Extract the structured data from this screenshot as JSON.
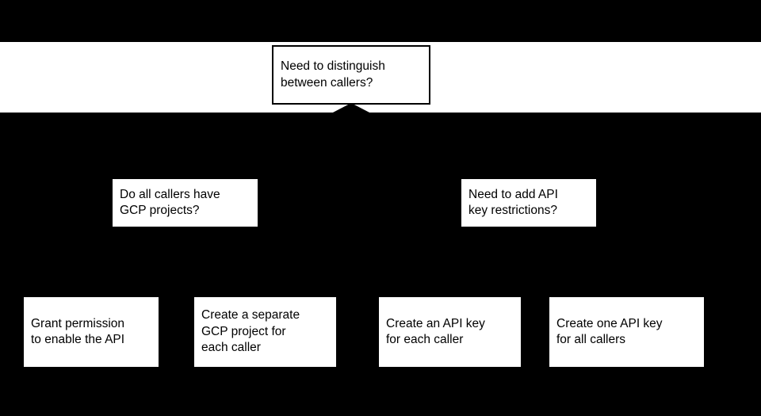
{
  "diagram": {
    "type": "decision-flowchart",
    "background_color": "#000000",
    "node_fill_color": "#ffffff",
    "node_text_color": "#000000",
    "nodes": [
      {
        "id": "root",
        "role": "decision",
        "label": "Need to distinguish\nbetween callers?",
        "bordered": true
      },
      {
        "id": "q-gcp-projects",
        "role": "decision",
        "label": "Do all callers have\nGCP projects?",
        "bordered": false
      },
      {
        "id": "q-key-restrictions",
        "role": "decision",
        "label": "Need to add API\nkey restrictions?",
        "bordered": false
      },
      {
        "id": "grant-permission",
        "role": "outcome",
        "label": "Grant permission\nto enable the API",
        "bordered": false
      },
      {
        "id": "separate-project",
        "role": "outcome",
        "label": "Create a separate\nGCP project for\neach caller",
        "bordered": false
      },
      {
        "id": "key-each-caller",
        "role": "outcome",
        "label": "Create an API key\nfor each caller",
        "bordered": false
      },
      {
        "id": "key-all-callers",
        "role": "outcome",
        "label": "Create one API key\nfor all callers",
        "bordered": false
      }
    ]
  }
}
